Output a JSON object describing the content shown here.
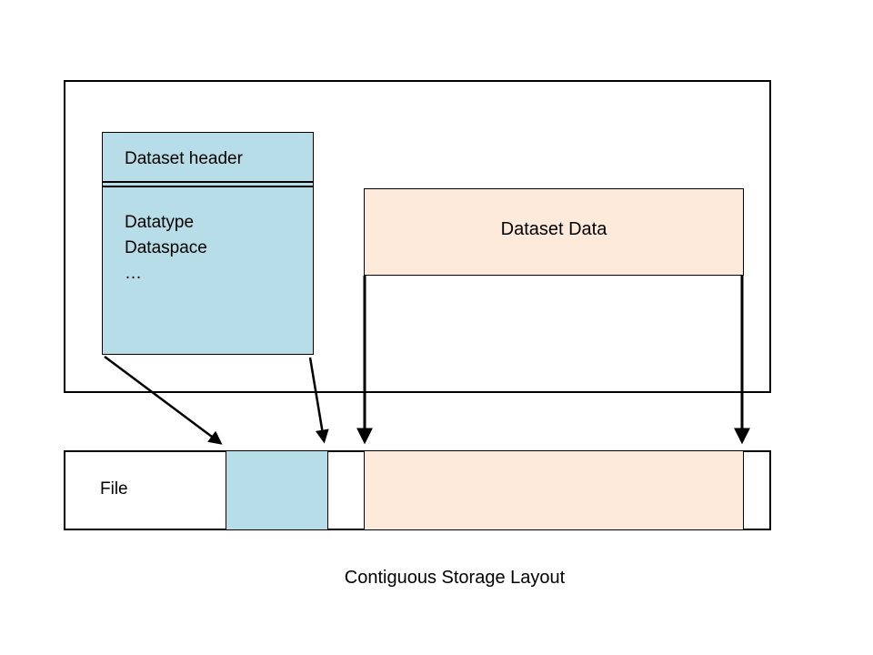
{
  "diagram": {
    "caption": "Contiguous Storage Layout",
    "dataset_box": {
      "header_title": "Dataset header",
      "attributes": [
        "Datatype",
        "Dataspace",
        "…"
      ]
    },
    "dataset_data": {
      "label": "Dataset Data"
    },
    "file": {
      "label": "File"
    },
    "colors": {
      "header_fill": "#b7dee8",
      "data_fill": "#fdeada",
      "stroke": "#000000",
      "background": "#ffffff"
    }
  }
}
